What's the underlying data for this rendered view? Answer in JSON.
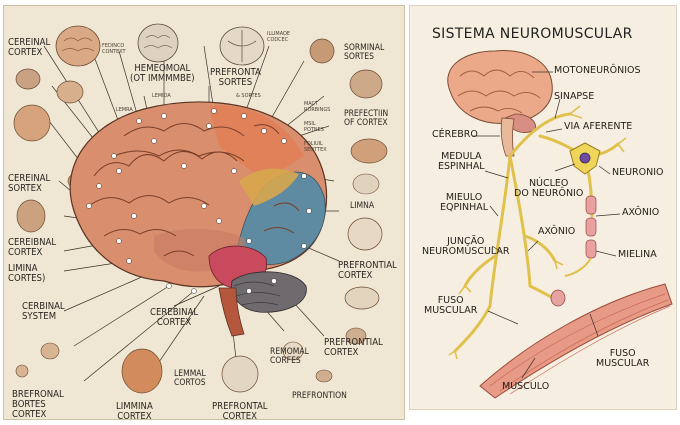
{
  "left_panel": {
    "labels": [
      "CEREINAL\nCORTEX",
      "FEDINCO\nCONTEXT",
      "HEMEOMOAL\n(OT IMMMMBE)",
      "PREFRONTA\nSORTES",
      "ILLIMAOE\nCODCEC",
      "SORMINAL\nSORTES",
      "LEMIDA",
      "MACT\nRORBINGS",
      "MSIL\nPOTNES",
      "LEMRA",
      "& SORTES",
      "PREFECTIIN\nOF CORTEX",
      "FOLIUIL\nSEOTTEX",
      "CEREINAL\nSORTEX",
      "LIMNA",
      "CEREIBNAL\nCORTEX",
      "LIMINA\nCORTES)",
      "PREFRONTIAL\nCORTEX",
      "CERBINAL\nSYSTEM",
      "CEREBINAL\nCORTEX",
      "PREFRONTIAL\nCORTEX",
      "REMOMAL\nCORFES",
      "LEMMAL\nCORTOS",
      "PREFRONTION",
      "BREFRONAL\nBORTES\nCORTEX",
      "LIMMINA\nCORTEX",
      "PREFRONTAL\nCORTEX"
    ]
  },
  "right_panel": {
    "title": "SISTEMA NEUROMUSCULAR",
    "labels": [
      "MOTONEURÔNIOS",
      "SINAPSE",
      "CÉREBRO",
      "VIA AFERENTE",
      "MEDULA\nESPINHAL",
      "NÚCLEO\nDO NEURÔNIO",
      "NEURONIO",
      "MIEULO\nEQPINHAL",
      "AXÔNIO",
      "AXÔNIO",
      "JUNÇÃO\nNEUROMUSCULAR",
      "MIELINA",
      "FUSO\nMUSCULAR",
      "FUSO\nMUSCULAR",
      "MUSCULO"
    ]
  }
}
